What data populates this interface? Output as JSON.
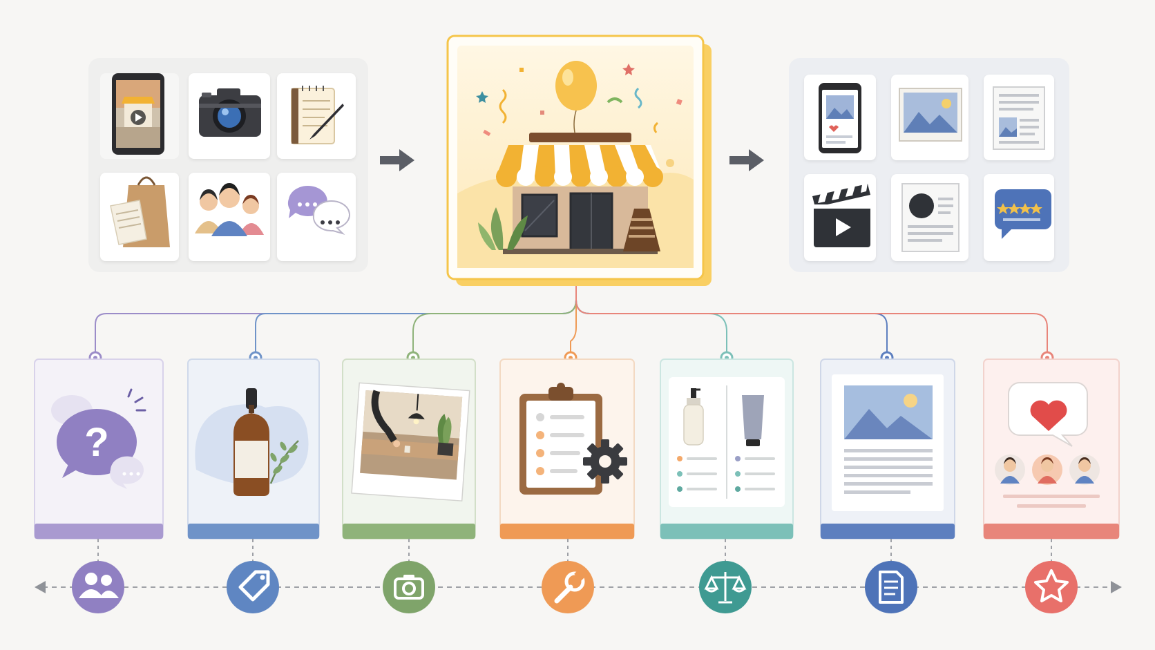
{
  "accent_colors": {
    "purple": "#9b8cc8",
    "blue": "#6f93c8",
    "green": "#8fb37a",
    "orange": "#ef9a55",
    "teal": "#7cc0b8",
    "navy": "#5d7fbf",
    "coral": "#e8857a",
    "gold": "#f5c54a"
  },
  "inputs": {
    "tiles": [
      {
        "icon": "phone-video-icon"
      },
      {
        "icon": "camera-icon"
      },
      {
        "icon": "notepad-pen-icon"
      },
      {
        "icon": "shopping-bag-receipt-icon"
      },
      {
        "icon": "people-group-icon"
      },
      {
        "icon": "chat-bubbles-icon"
      }
    ]
  },
  "center": {
    "icon": "storefront-celebration-icon"
  },
  "outputs": {
    "tiles": [
      {
        "icon": "social-post-phone-icon"
      },
      {
        "icon": "landscape-photo-icon"
      },
      {
        "icon": "article-document-icon"
      },
      {
        "icon": "video-clapperboard-icon"
      },
      {
        "icon": "profile-document-icon"
      },
      {
        "icon": "star-review-bubble-icon"
      }
    ]
  },
  "cards": [
    {
      "id": "faq",
      "color": "purple",
      "card_icon": "question-chat-icon",
      "badge_icon": "users-icon"
    },
    {
      "id": "product",
      "color": "blue",
      "card_icon": "serum-bottle-icon",
      "badge_icon": "price-tag-icon"
    },
    {
      "id": "behind-the-scenes",
      "color": "green",
      "card_icon": "polaroid-photo-icon",
      "badge_icon": "camera-icon"
    },
    {
      "id": "how-to",
      "color": "orange",
      "card_icon": "clipboard-checklist-gear-icon",
      "badge_icon": "wrench-icon"
    },
    {
      "id": "comparison",
      "color": "teal",
      "card_icon": "product-comparison-icon",
      "badge_icon": "scales-icon"
    },
    {
      "id": "article",
      "color": "navy",
      "card_icon": "article-layout-icon",
      "badge_icon": "document-icon"
    },
    {
      "id": "testimonial",
      "color": "coral",
      "card_icon": "heart-reviews-icon",
      "badge_icon": "star-icon"
    }
  ]
}
